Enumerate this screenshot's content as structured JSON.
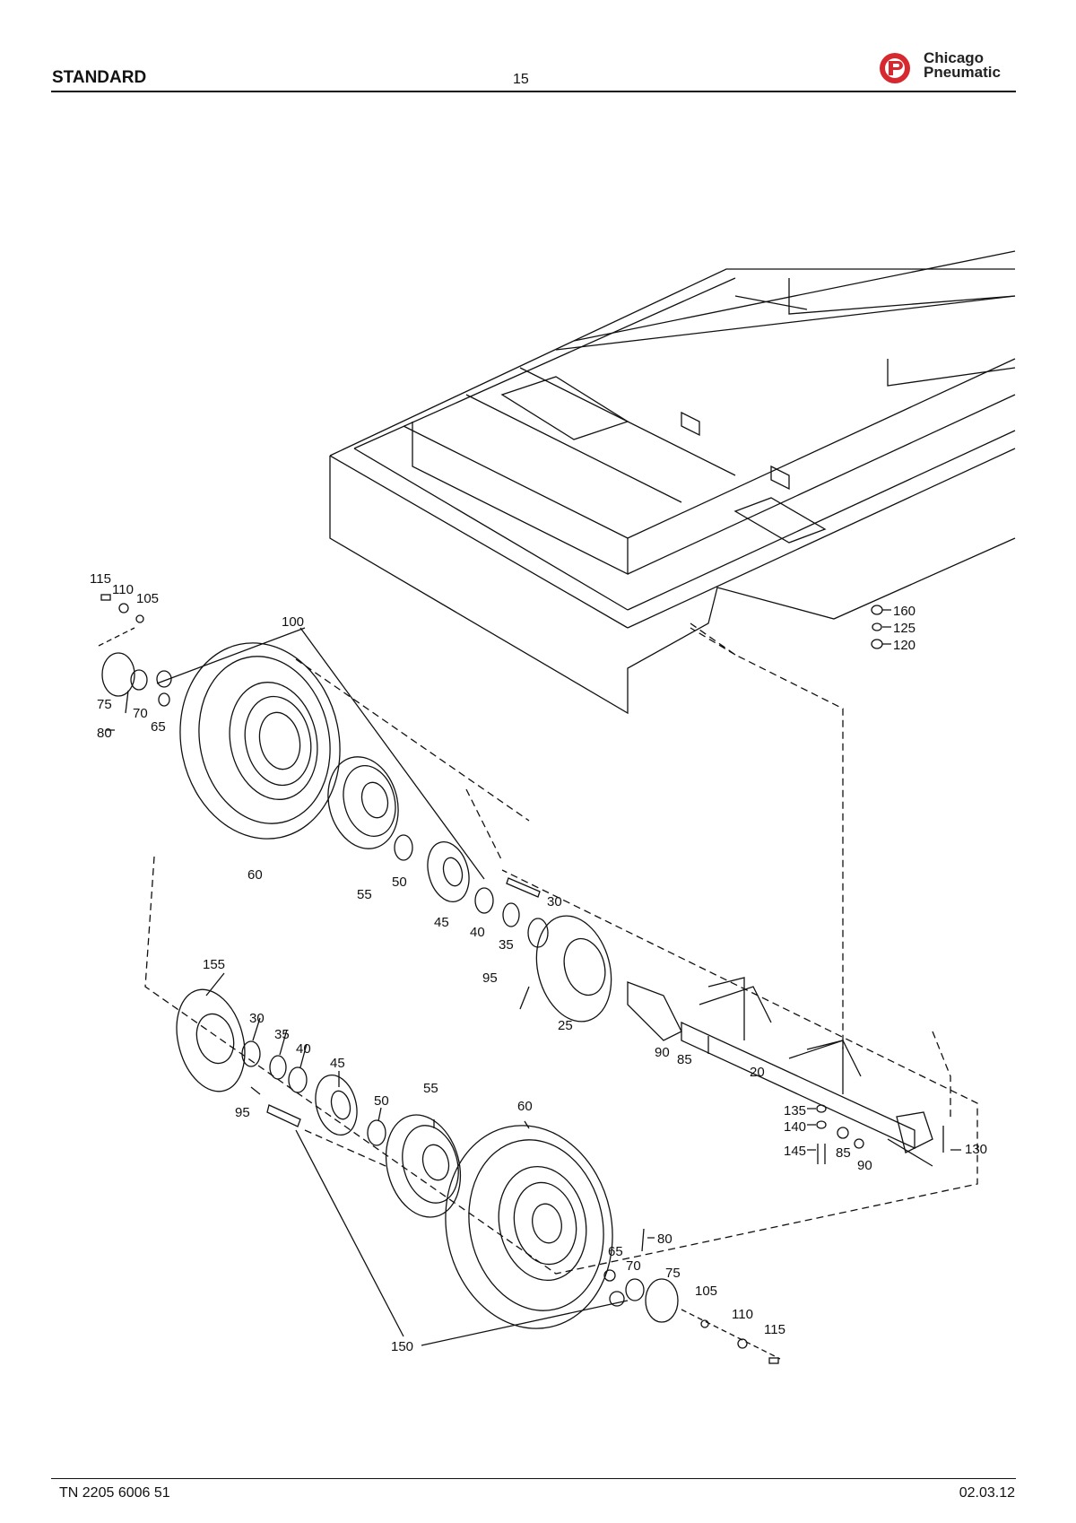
{
  "header": {
    "title": "STANDARD",
    "page_number": "15",
    "brand_line1": "Chicago",
    "brand_line2": "Pneumatic",
    "brand_color": "#d7282f"
  },
  "diagram": {
    "callouts": [
      "115",
      "110",
      "105",
      "100",
      "75",
      "70",
      "65",
      "80",
      "60",
      "55",
      "50",
      "45",
      "40",
      "35",
      "30",
      "95",
      "25",
      "160",
      "125",
      "120",
      "90",
      "85",
      "20",
      "155",
      "30",
      "35",
      "40",
      "45",
      "50",
      "55",
      "60",
      "95",
      "135",
      "140",
      "145",
      "85",
      "90",
      "130",
      "80",
      "65",
      "70",
      "75",
      "105",
      "110",
      "115",
      "150"
    ]
  },
  "footer": {
    "doc_number": "TN 2205 6006 51",
    "date": "02.03.12"
  }
}
